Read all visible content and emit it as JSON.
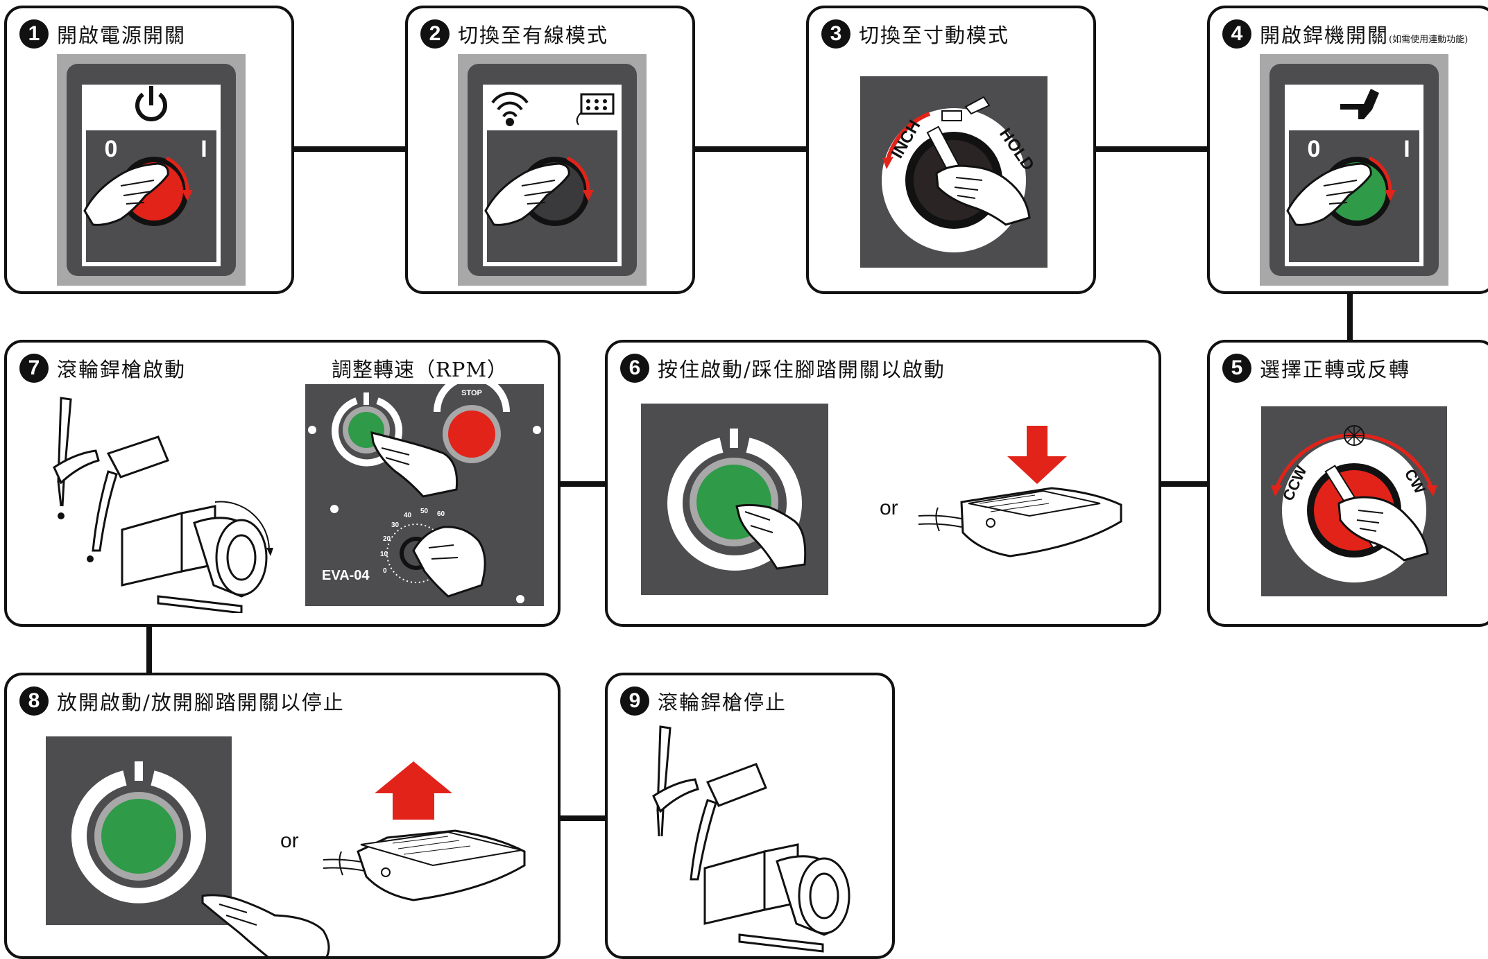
{
  "steps": [
    {
      "num": "1",
      "title": "開啟電源開關"
    },
    {
      "num": "2",
      "title": "切換至有線模式"
    },
    {
      "num": "3",
      "title": "切換至寸動模式"
    },
    {
      "num": "4",
      "title": "開啟銲機開關",
      "note": "(如需使用連動功能)"
    },
    {
      "num": "5",
      "title": "選擇正轉或反轉"
    },
    {
      "num": "6",
      "title": "按住啟動/踩住腳踏開關以啟動"
    },
    {
      "num": "7",
      "title": "滾輪銲槍啟動",
      "subtitle": "調整轉速（RPM）"
    },
    {
      "num": "8",
      "title": "放開啟動/放開腳踏開關以停止"
    },
    {
      "num": "9",
      "title": "滾輪銲槍停止"
    }
  ],
  "labels": {
    "switch_off": "0",
    "switch_on": "I",
    "inch": "INCH",
    "hold": "HOLD",
    "ccw": "CCW",
    "cw": "CW",
    "stop": "STOP",
    "model": "EVA-04",
    "or": "or",
    "dial_ticks": [
      "0",
      "10",
      "20",
      "30",
      "40",
      "50",
      "60"
    ]
  },
  "colors": {
    "panel": "#4d4d4f",
    "panel_frame": "#a8a8a8",
    "green": "#2f9a48",
    "red": "#e2231a",
    "outline": "#111111"
  }
}
